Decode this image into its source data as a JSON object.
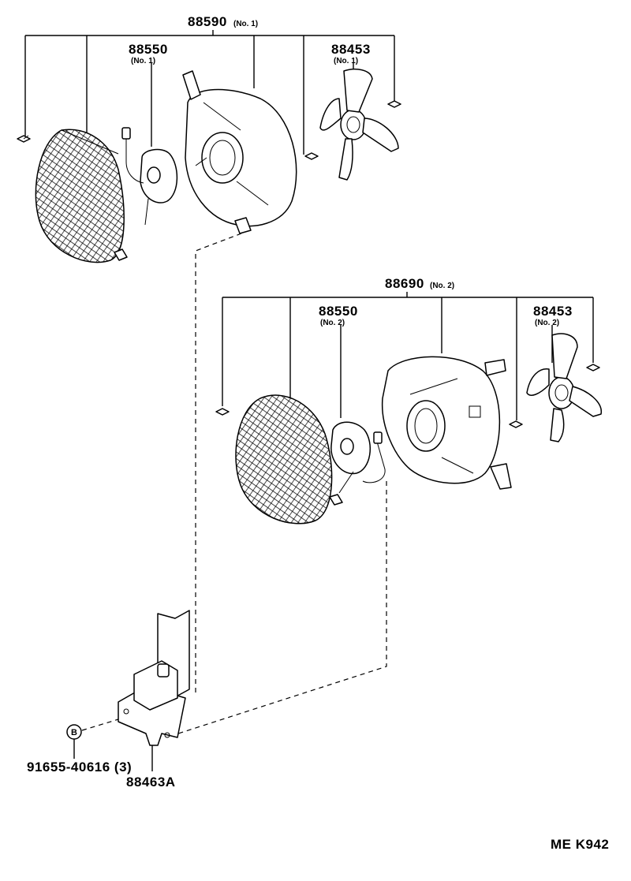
{
  "parts": {
    "assy_no1": {
      "number": "88590",
      "variant": "(No. 1)"
    },
    "motor_no1": {
      "number": "88550",
      "variant": "(No. 1)"
    },
    "fan_no1": {
      "number": "88453",
      "variant": "(No. 1)"
    },
    "assy_no2": {
      "number": "88690",
      "variant": "(No. 2)"
    },
    "motor_no2": {
      "number": "88550",
      "variant": "(No. 2)"
    },
    "fan_no2": {
      "number": "88453",
      "variant": "(No. 2)"
    },
    "bolt": {
      "number": "91655-40616 (3)",
      "marker": "B"
    },
    "bracket": {
      "number": "88463A"
    }
  },
  "footer": {
    "code": "ME K942"
  }
}
